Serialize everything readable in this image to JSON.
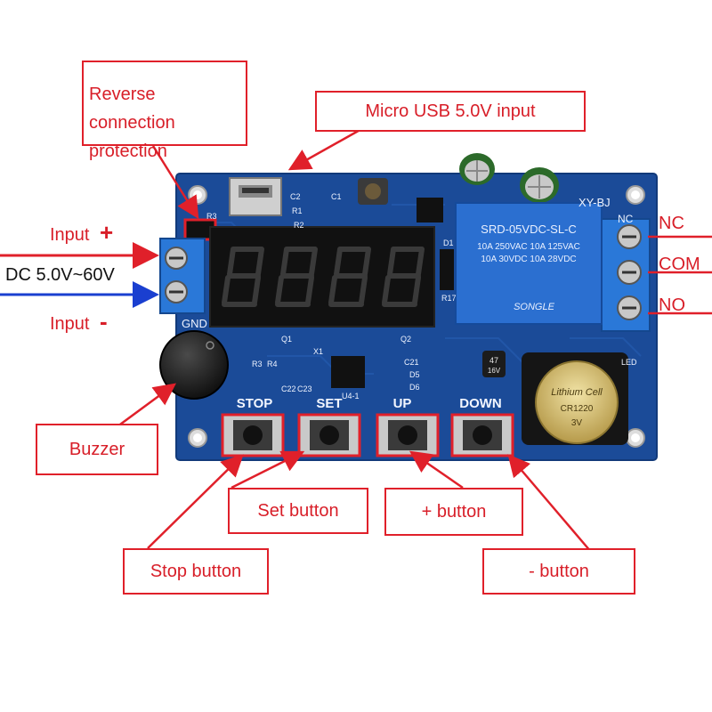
{
  "callouts": {
    "reverse_protection": "Reverse connection protection",
    "micro_usb": "Micro USB 5.0V input",
    "buzzer": "Buzzer",
    "set_button": "Set button",
    "plus_button": "+ button",
    "stop_button": "Stop button",
    "minus_button": "- button"
  },
  "inputs": {
    "input_plus_label": "Input",
    "plus_sign": "+",
    "dc_range": "DC 5.0V~60V",
    "input_minus_label": "Input",
    "minus_sign": "-"
  },
  "relay_terminals": {
    "nc": "NC",
    "com": "COM",
    "no": "NO"
  },
  "board": {
    "model": "XY-BJ",
    "buttons": [
      "STOP",
      "SET",
      "UP",
      "DOWN"
    ],
    "gnd": "GND",
    "relay_lines": [
      "SRD-05VDC-SL-C",
      "10A 250VAC  10A 125VAC",
      "10A 30VDC  10A 28VDC"
    ],
    "relay_brand": "SONGLE",
    "coin_cell": [
      "Lithium Cell",
      "CR1220",
      "3V"
    ],
    "capacitor": [
      "47",
      "16V"
    ],
    "silk": {
      "r3": "R3",
      "r1": "R1",
      "r2": "R2",
      "c2": "C2",
      "c1": "C1",
      "q1": "Q1",
      "q2": "Q2",
      "x1": "X1",
      "r3b": "R3",
      "r4": "R4",
      "c22": "C22",
      "c23": "C23",
      "c21": "C21",
      "d5": "D5",
      "d6": "D6",
      "d1": "D1",
      "r17": "R17",
      "u4": "U4-1",
      "led": "LED",
      "nc_small": "NC"
    }
  },
  "colors": {
    "pcb": "#1a4a95",
    "callout_red": "#e0202a",
    "arrow_blue": "#1a3fd0",
    "terminal_blue": "#2a78d8"
  },
  "icons": [
    "buzzer-icon",
    "relay-icon",
    "coin-cell-icon",
    "seven-segment-display",
    "terminal-block-icon"
  ]
}
